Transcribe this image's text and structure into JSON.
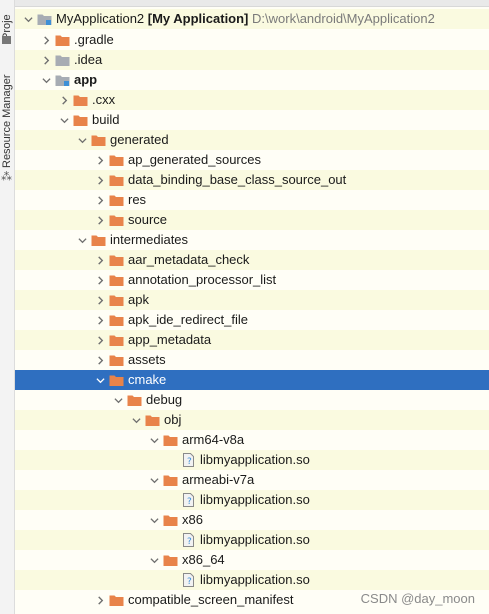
{
  "sidebar": {
    "tab1": "Proje",
    "tab2": "Resource Manager"
  },
  "root": {
    "name": "MyApplication2",
    "module": "[My Application]",
    "path": "D:\\work\\android\\MyApplication2"
  },
  "rows": [
    {
      "label": "MyApplication2",
      "indent": 0,
      "chev": "down",
      "icon": "module-folder-icon"
    },
    {
      "label": ".gradle",
      "indent": 1,
      "chev": "right",
      "icon": "folder-orange-icon"
    },
    {
      "label": ".idea",
      "indent": 1,
      "chev": "right",
      "icon": "folder-gray-icon"
    },
    {
      "label": "app",
      "indent": 1,
      "chev": "down",
      "icon": "module-folder-icon",
      "bold": true
    },
    {
      "label": ".cxx",
      "indent": 2,
      "chev": "right",
      "icon": "folder-orange-icon"
    },
    {
      "label": "build",
      "indent": 2,
      "chev": "down",
      "icon": "folder-orange-icon"
    },
    {
      "label": "generated",
      "indent": 3,
      "chev": "down",
      "icon": "folder-orange-icon"
    },
    {
      "label": "ap_generated_sources",
      "indent": 4,
      "chev": "right",
      "icon": "folder-orange-icon"
    },
    {
      "label": "data_binding_base_class_source_out",
      "indent": 4,
      "chev": "right",
      "icon": "folder-orange-icon"
    },
    {
      "label": "res",
      "indent": 4,
      "chev": "right",
      "icon": "folder-orange-icon"
    },
    {
      "label": "source",
      "indent": 4,
      "chev": "right",
      "icon": "folder-orange-icon"
    },
    {
      "label": "intermediates",
      "indent": 3,
      "chev": "down",
      "icon": "folder-orange-icon"
    },
    {
      "label": "aar_metadata_check",
      "indent": 4,
      "chev": "right",
      "icon": "folder-orange-icon"
    },
    {
      "label": "annotation_processor_list",
      "indent": 4,
      "chev": "right",
      "icon": "folder-orange-icon"
    },
    {
      "label": "apk",
      "indent": 4,
      "chev": "right",
      "icon": "folder-orange-icon"
    },
    {
      "label": "apk_ide_redirect_file",
      "indent": 4,
      "chev": "right",
      "icon": "folder-orange-icon"
    },
    {
      "label": "app_metadata",
      "indent": 4,
      "chev": "right",
      "icon": "folder-orange-icon"
    },
    {
      "label": "assets",
      "indent": 4,
      "chev": "right",
      "icon": "folder-orange-icon"
    },
    {
      "label": "cmake",
      "indent": 4,
      "chev": "down",
      "icon": "folder-orange-icon",
      "selected": true
    },
    {
      "label": "debug",
      "indent": 5,
      "chev": "down",
      "icon": "folder-orange-icon"
    },
    {
      "label": "obj",
      "indent": 6,
      "chev": "down",
      "icon": "folder-orange-icon"
    },
    {
      "label": "arm64-v8a",
      "indent": 7,
      "chev": "down",
      "icon": "folder-orange-icon"
    },
    {
      "label": "libmyapplication.so",
      "indent": 8,
      "chev": "none",
      "icon": "unknown-file-icon"
    },
    {
      "label": "armeabi-v7a",
      "indent": 7,
      "chev": "down",
      "icon": "folder-orange-icon"
    },
    {
      "label": "libmyapplication.so",
      "indent": 8,
      "chev": "none",
      "icon": "unknown-file-icon"
    },
    {
      "label": "x86",
      "indent": 7,
      "chev": "down",
      "icon": "folder-orange-icon"
    },
    {
      "label": "libmyapplication.so",
      "indent": 8,
      "chev": "none",
      "icon": "unknown-file-icon"
    },
    {
      "label": "x86_64",
      "indent": 7,
      "chev": "down",
      "icon": "folder-orange-icon"
    },
    {
      "label": "libmyapplication.so",
      "indent": 8,
      "chev": "none",
      "icon": "unknown-file-icon"
    },
    {
      "label": "compatible_screen_manifest",
      "indent": 4,
      "chev": "right",
      "icon": "folder-orange-icon"
    }
  ],
  "watermark": "CSDN @day_moon",
  "colors": {
    "selection": "#2f6fc0",
    "folder": "#e8834a",
    "folderGray": "#a7acb3",
    "rowAlt": "#fafae0"
  }
}
